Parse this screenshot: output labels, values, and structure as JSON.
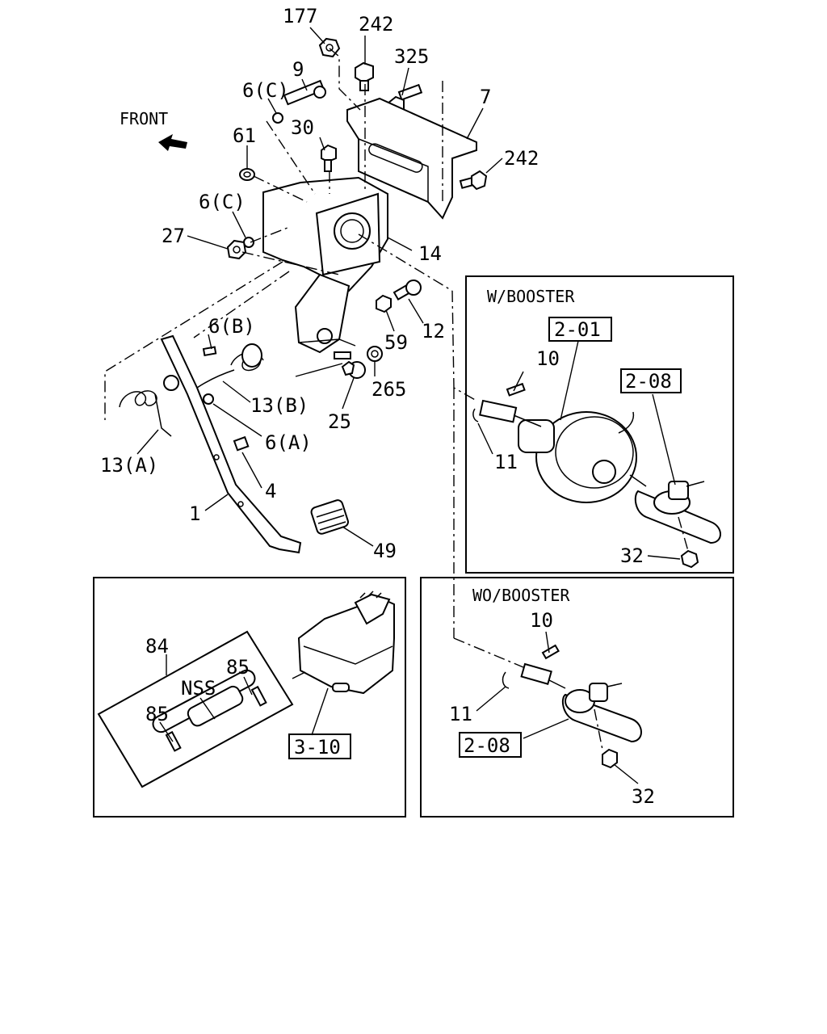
{
  "front_label": "FRONT",
  "callouts": {
    "p177": "177",
    "p242_top": "242",
    "p325": "325",
    "p9": "9",
    "p6c_top": "6(C)",
    "p7": "7",
    "p61": "61",
    "p30": "30",
    "p242_right": "242",
    "p6c_mid": "6(C)",
    "p27": "27",
    "p14": "14",
    "p12": "12",
    "p59": "59",
    "p6b": "6(B)",
    "p13b": "13(B)",
    "p265": "265",
    "p25": "25",
    "p6a": "6(A)",
    "p13a": "13(A)",
    "p4": "4",
    "p1": "1",
    "p49": "49"
  },
  "booster_panel": {
    "title": "W/BOOSTER",
    "ref_booster": "2-01",
    "ref_cylinder": "2-08",
    "p10": "10",
    "p11": "11",
    "p32": "32"
  },
  "wo_booster_panel": {
    "title": "WO/BOOSTER",
    "ref_cylinder": "2-08",
    "p10": "10",
    "p11": "11",
    "p32": "32"
  },
  "reservoir_panel": {
    "p84": "84",
    "nss": "NSS",
    "p85_top": "85",
    "p85_left": "85",
    "ref_reservoir": "3-10"
  },
  "icons": {
    "front_arrow": "arrow-left-icon"
  }
}
